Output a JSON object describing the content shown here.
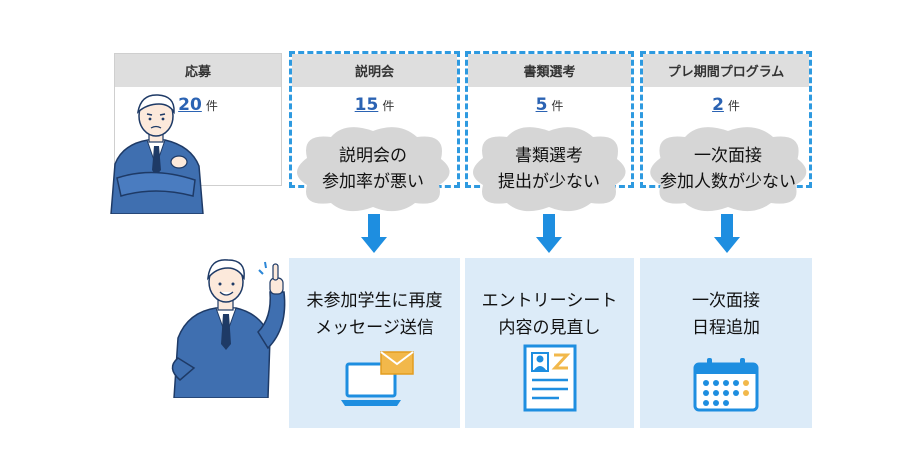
{
  "stages": [
    {
      "title": "応募",
      "count": "20",
      "unit": "件"
    },
    {
      "title": "説明会",
      "count": "15",
      "unit": "件"
    },
    {
      "title": "書類選考",
      "count": "5",
      "unit": "件"
    },
    {
      "title": "プレ期間プログラム",
      "count": "2",
      "unit": "件"
    }
  ],
  "problems": [
    {
      "line1": "説明会の",
      "line2": "参加率が悪い"
    },
    {
      "line1": "書類選考",
      "line2": "提出が少ない"
    },
    {
      "line1": "一次面接",
      "line2": "参加人数が少ない"
    }
  ],
  "solutions": [
    {
      "line1": "未参加学生に再度",
      "line2": "メッセージ送信",
      "icon": "laptop-mail-icon"
    },
    {
      "line1": "エントリーシート",
      "line2": "内容の見直し",
      "icon": "resume-document-icon"
    },
    {
      "line1": "一次面接",
      "line2": "日程追加",
      "icon": "calendar-icon"
    }
  ],
  "colors": {
    "accent": "#1e8ee0",
    "dashed_border": "#2e9ae0",
    "solution_bg": "#dcebf8",
    "header_bg": "#dedede",
    "cloud": "#d6d6d6",
    "suit": "#3f6fb0"
  }
}
